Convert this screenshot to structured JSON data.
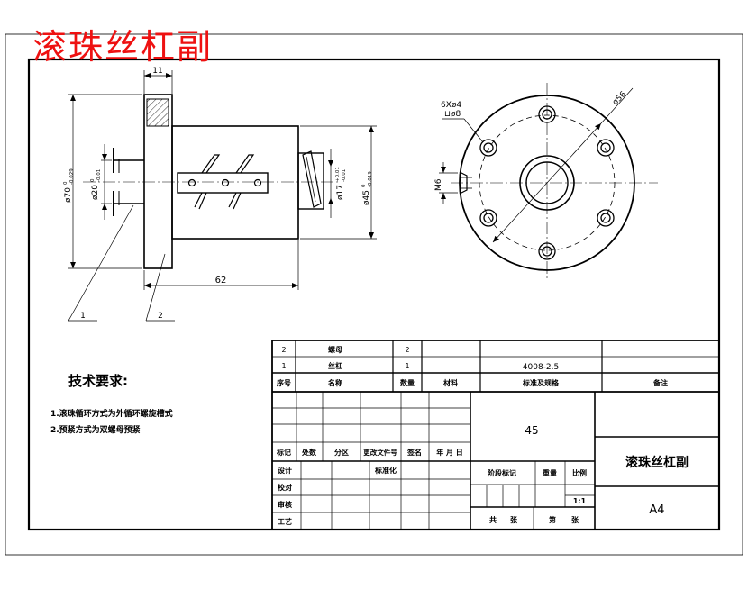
{
  "title": "滚珠丝杠副",
  "technical_requirements": {
    "heading": "技术要求:",
    "items": [
      "1.滚珠循环方式为外循环螺旋槽式",
      "2.预紧方式为双螺母预紧"
    ]
  },
  "dimensions": {
    "flange_width": "11",
    "length": "62",
    "flange_diameter": "ø70",
    "flange_tol_upper": "0",
    "flange_tol_lower": "-0.029",
    "inner_diameter": "ø20",
    "inner_tol_upper": "0",
    "inner_tol_lower": "-0.01",
    "screw_diameter": "ø17",
    "screw_tol_upper": "+0.01",
    "screw_tol_lower": "-0.01",
    "body_diameter": "ø45",
    "body_tol_upper": "0",
    "body_tol_lower": "-0.019",
    "holes": "6Xø4",
    "counterbore": "⊔ø8",
    "bolt_circle": "ø56",
    "thread": "M6"
  },
  "balloons": [
    "1",
    "2"
  ],
  "parts_list": {
    "rows": [
      {
        "no": "2",
        "name": "螺母",
        "qty": "2",
        "material": "",
        "standard": "",
        "note": ""
      },
      {
        "no": "1",
        "name": "丝杠",
        "qty": "1",
        "material": "",
        "standard": "4008-2.5",
        "note": ""
      }
    ],
    "headers": {
      "no": "序号",
      "name": "名称",
      "qty": "数量",
      "material": "材料",
      "standard": "标准及规格",
      "note": "备注"
    }
  },
  "title_block": {
    "material": "45",
    "drawing_name": "滚珠丝杠副",
    "size": "A4",
    "scale": "1:1",
    "revision_headers": [
      "标记",
      "处数",
      "分区",
      "更改文件号",
      "签名",
      "年 月 日"
    ],
    "roles": [
      "设计",
      "校对",
      "审核",
      "工艺"
    ],
    "standardization": "标准化",
    "stage_mark": "阶段标记",
    "weight": "重量",
    "ratio": "比例",
    "total_label": "共",
    "sheet_label": "张",
    "page_label": "第",
    "page_sheet_label": "张"
  }
}
